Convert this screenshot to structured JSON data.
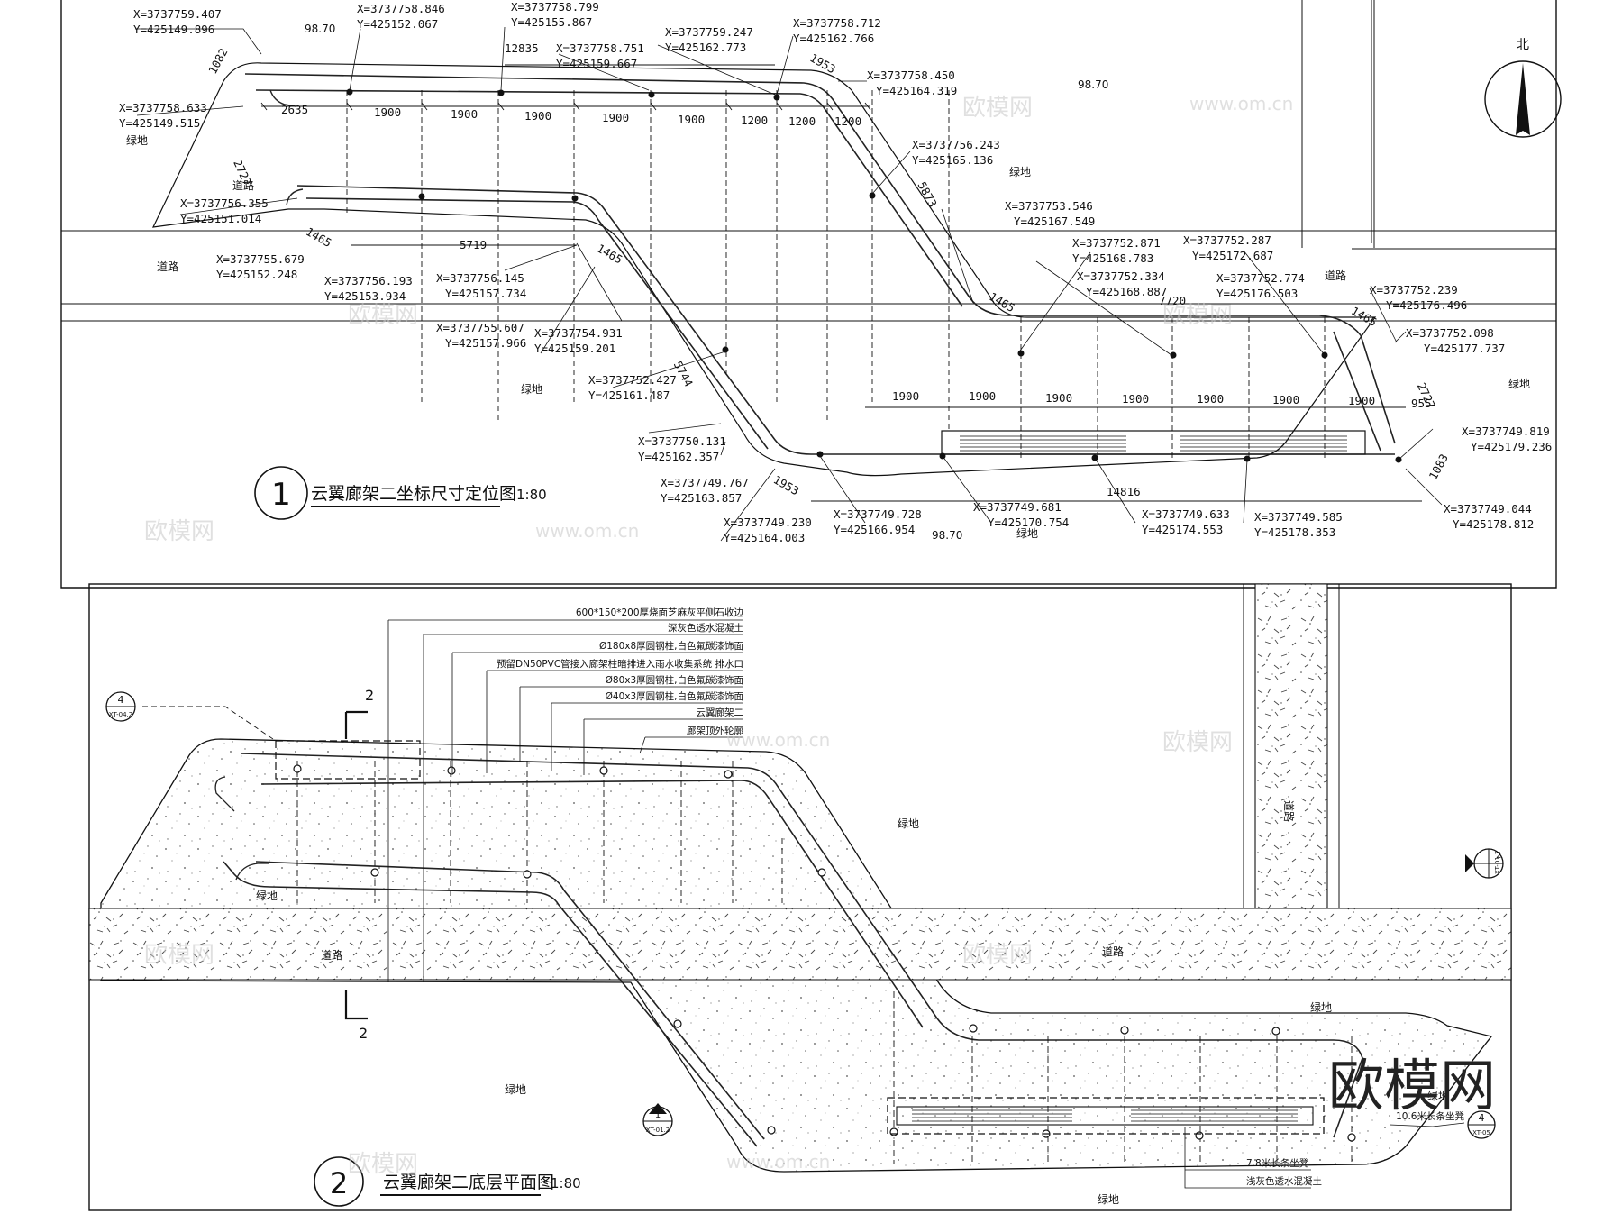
{
  "north_label": "北",
  "watermark": {
    "brand": "欧模网",
    "url": "www.om.cn",
    "corner": "欧模网"
  },
  "plan1": {
    "number": "1",
    "title": "云翼廊架二坐标尺寸定位图",
    "scale": "1:80",
    "labels": {
      "green1": "绿地",
      "green2": "绿地",
      "green3": "绿地",
      "green4": "绿地",
      "green5": "绿地",
      "road1": "道路",
      "road2": "道路",
      "road3": "道路",
      "elev1": "98.70",
      "elev2": "98.70",
      "elev3": "98.70"
    },
    "coords": [
      {
        "x": "X=3737759.407",
        "y": "Y=425149.896"
      },
      {
        "x": "X=3737758.846",
        "y": "Y=425152.067"
      },
      {
        "x": "X=3737758.799",
        "y": "Y=425155.867"
      },
      {
        "x": "X=3737758.751",
        "y": "Y=425159.667"
      },
      {
        "x": "X=3737759.247",
        "y": "Y=425162.773"
      },
      {
        "x": "X=3737758.712",
        "y": "Y=425162.766"
      },
      {
        "x": "X=3737758.450",
        "y": "Y=425164.319"
      },
      {
        "x": "X=3737758.633",
        "y": "Y=425149.515"
      },
      {
        "x": "X=3737756.243",
        "y": "Y=425165.136"
      },
      {
        "x": "X=3737756.355",
        "y": "Y=425151.014"
      },
      {
        "x": "X=3737753.546",
        "y": "Y=425167.549"
      },
      {
        "x": "X=3737752.871",
        "y": "Y=425168.783"
      },
      {
        "x": "X=3737752.287",
        "y": "Y=425172.687"
      },
      {
        "x": "X=3737755.679",
        "y": "Y=425152.248"
      },
      {
        "x": "X=3737752.334",
        "y": "Y=425168.887"
      },
      {
        "x": "X=3737752.774",
        "y": "Y=425176.503"
      },
      {
        "x": "X=3737752.239",
        "y": "Y=425176.496"
      },
      {
        "x": "X=3737756.193",
        "y": "Y=425153.934"
      },
      {
        "x": "X=3737756.145",
        "y": "Y=425157.734"
      },
      {
        "x": "X=3737752.098",
        "y": "Y=425177.737"
      },
      {
        "x": "X=3737755.607",
        "y": "Y=425157.966"
      },
      {
        "x": "X=3737754.931",
        "y": "Y=425159.201"
      },
      {
        "x": "X=3737752.427",
        "y": "Y=425161.487"
      },
      {
        "x": "X=3737749.819",
        "y": "Y=425179.236"
      },
      {
        "x": "X=3737750.131",
        "y": "Y=425162.357"
      },
      {
        "x": "X=3737749.767",
        "y": "Y=425163.857"
      },
      {
        "x": "X=3737749.728",
        "y": "Y=425166.954"
      },
      {
        "x": "X=3737749.681",
        "y": "Y=425170.754"
      },
      {
        "x": "X=3737749.633",
        "y": "Y=425174.553"
      },
      {
        "x": "X=3737749.585",
        "y": "Y=425178.353"
      },
      {
        "x": "X=3737749.044",
        "y": "Y=425178.812"
      },
      {
        "x": "X=3737749.230",
        "y": "Y=425164.003"
      }
    ],
    "dims_top": [
      "2635",
      "1900",
      "1900",
      "1900",
      "1900",
      "1900",
      "1200",
      "1200",
      "1200"
    ],
    "dims_bottom": [
      "1900",
      "1900",
      "1900",
      "1900",
      "1900",
      "1900",
      "1900",
      "955"
    ],
    "dims_misc": {
      "d12835": "12835",
      "d1082": "1082",
      "d1953a": "1953",
      "d2727a": "2727",
      "d1465a": "1465",
      "d5719": "5719",
      "d1465b": "1465",
      "d5873": "5873",
      "d1465c": "1465",
      "d7720": "7720",
      "d1465d": "1465",
      "d5744": "5744",
      "d2727b": "2727",
      "d1953b": "1953",
      "d14816": "14816",
      "d1083": "1083"
    }
  },
  "plan2": {
    "number": "2",
    "title": "云翼廊架二底层平面图",
    "scale": "1:80",
    "section_mark": "2",
    "detail4_top": "4",
    "detail4_ref": "XT-04.2",
    "detail4b_top": "4",
    "detail4b_ref": "XT-05",
    "detail2_top": "2",
    "detail2_ref": "XT-01.2",
    "detail1_top": "1",
    "detail1_ref": "XT-01.2",
    "labels": {
      "green1": "绿地",
      "green2": "绿地",
      "green3": "绿地",
      "green4": "绿地",
      "green5": "绿地",
      "green6": "绿地",
      "road1": "道路",
      "road2": "道路",
      "road3": "道路"
    },
    "notes": [
      "600*150*200厚烧面芝麻灰平侧石收边",
      "深灰色透水混凝土",
      "Ø180x8厚圆钢柱,白色氟碳漆饰面",
      "预留DN50PVC管接入廊架柱暗排进入雨水收集系统  排水口",
      "Ø80x3厚圆钢柱,白色氟碳漆饰面",
      "Ø40x3厚圆钢柱,白色氟碳漆饰面",
      "云翼廊架二",
      "廊架顶外轮廓"
    ],
    "bench_notes": [
      "7.8米长条坐凳",
      "浅灰色透水混凝土"
    ],
    "right_note": "10.6米长条坐凳"
  }
}
